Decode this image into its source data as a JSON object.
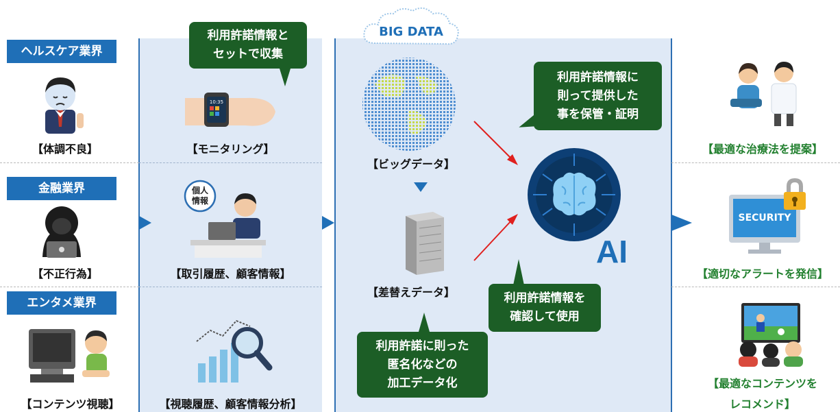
{
  "industries": {
    "healthcare": {
      "title": "ヘルスケア業界",
      "issue": "【体調不良】",
      "data_label": "【モニタリング】",
      "outcome": "【最適な治療法を提案】"
    },
    "finance": {
      "title": "金融業界",
      "issue": "【不正行為】",
      "data_label": "【取引履歴、顧客情報】",
      "outcome": "【適切なアラートを発信】"
    },
    "entertainment": {
      "title": "エンタメ業界",
      "issue": "【コンテンツ視聴】",
      "data_label": "【視聴履歴、顧客情報分析】",
      "outcome_line1": "【最適なコンテンツを",
      "outcome_line2": "レコメンド】"
    }
  },
  "bubbles": {
    "collect": "利用許諾情報と\nセットで収集",
    "store": "利用許諾情報に\n則って提供した\n事を保管・証明",
    "confirm": "利用許諾情報を\n確認して使用",
    "anonymize": "利用許諾に則った\n匿名化などの\n加工データ化"
  },
  "center": {
    "big_data_cloud": "BIG DATA",
    "big_data_label": "【ビッグデータ】",
    "substitute_label": "【差替えデータ】",
    "ai_label": "AI"
  },
  "icons": {
    "personal_info_bubble_line1": "個人",
    "personal_info_bubble_line2": "情報",
    "watch_time": "10:35",
    "security_screen": "SECURITY"
  },
  "colors": {
    "tag_blue": "#1f6fb7",
    "panel": "#dfe9f6",
    "bubble_green": "#1c5e26",
    "outcome_green": "#22802f",
    "arrow_red": "#e0201e"
  }
}
